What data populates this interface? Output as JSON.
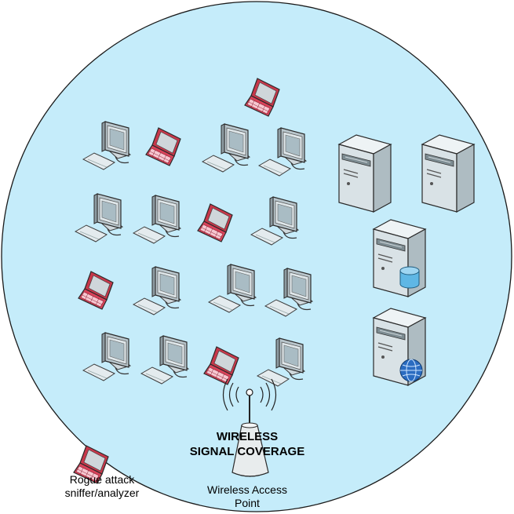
{
  "coverage_label": [
    "WIRELESS",
    "SIGNAL COVERAGE"
  ],
  "access_point_label": [
    "Wireless Access",
    "Point"
  ],
  "rogue_label": [
    "Rogue attack",
    "sniffer/analyzer"
  ],
  "colors": {
    "coverage_fill": "#c5ecfa",
    "coverage_stroke": "#1a1a1a",
    "rogue_laptop": "#c8374a",
    "laptop_keys": "#f7c6d0",
    "monitor_frame": "#dbe3e7",
    "monitor_screen": "#a9bcc4",
    "server_body": "#d9e2e6",
    "database": "#5fb7e5",
    "globe": "#2a6cc1"
  },
  "icons": {
    "desktop": "desktop-computer-icon",
    "laptop": "laptop-icon",
    "server": "server-icon",
    "database_server": "database-server-icon",
    "web_server": "web-server-icon",
    "access_point": "wireless-access-point-icon"
  }
}
